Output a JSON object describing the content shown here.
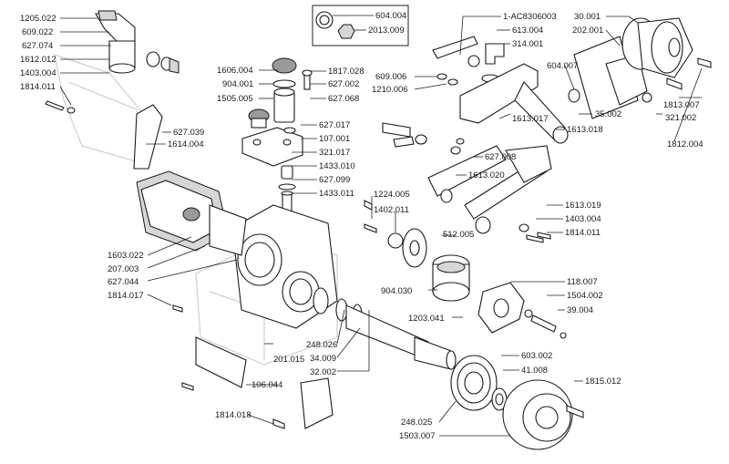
{
  "inset_labels": [
    "604.004",
    "2013.009"
  ],
  "labels": [
    {
      "id": "l1",
      "text": "1205.022"
    },
    {
      "id": "l2",
      "text": "609.022"
    },
    {
      "id": "l3",
      "text": "627.074"
    },
    {
      "id": "l4",
      "text": "1612.012"
    },
    {
      "id": "l5",
      "text": "1403.004"
    },
    {
      "id": "l6",
      "text": "1814.011"
    },
    {
      "id": "l7",
      "text": "627.039"
    },
    {
      "id": "l8",
      "text": "1614.004"
    },
    {
      "id": "l9",
      "text": "1606.004"
    },
    {
      "id": "l10",
      "text": "904.001"
    },
    {
      "id": "l11",
      "text": "1505.005"
    },
    {
      "id": "l12",
      "text": "1817.028"
    },
    {
      "id": "l13",
      "text": "627.002"
    },
    {
      "id": "l14",
      "text": "627.068"
    },
    {
      "id": "l15",
      "text": "627.017"
    },
    {
      "id": "l16",
      "text": "107.001"
    },
    {
      "id": "l17",
      "text": "321.017"
    },
    {
      "id": "l18",
      "text": "1433.010"
    },
    {
      "id": "l19",
      "text": "627.099"
    },
    {
      "id": "l20",
      "text": "1433.011"
    },
    {
      "id": "l21",
      "text": "1-AC8306003"
    },
    {
      "id": "l22",
      "text": "613.004"
    },
    {
      "id": "l23",
      "text": "314.001"
    },
    {
      "id": "l24",
      "text": "609.006"
    },
    {
      "id": "l25",
      "text": "1210.006"
    },
    {
      "id": "l26",
      "text": "30.001"
    },
    {
      "id": "l27",
      "text": "202.001"
    },
    {
      "id": "l28",
      "text": "604.007"
    },
    {
      "id": "l29",
      "text": "1813.007"
    },
    {
      "id": "l30",
      "text": "321.002"
    },
    {
      "id": "l31",
      "text": "35.002"
    },
    {
      "id": "l32",
      "text": "1613.017"
    },
    {
      "id": "l33",
      "text": "1613.018"
    },
    {
      "id": "l34",
      "text": "1812.004"
    },
    {
      "id": "l35",
      "text": "627.008"
    },
    {
      "id": "l36",
      "text": "1613.020"
    },
    {
      "id": "l37",
      "text": "1613.019"
    },
    {
      "id": "l38",
      "text": "1403.004"
    },
    {
      "id": "l39",
      "text": "1814.011"
    },
    {
      "id": "l40",
      "text": "1224.005"
    },
    {
      "id": "l41",
      "text": "1402.011"
    },
    {
      "id": "l42",
      "text": "512.005"
    },
    {
      "id": "l43",
      "text": "904.030"
    },
    {
      "id": "l44",
      "text": "1203.041"
    },
    {
      "id": "l45",
      "text": "118.007"
    },
    {
      "id": "l46",
      "text": "1504.002"
    },
    {
      "id": "l47",
      "text": "39.004"
    },
    {
      "id": "l48",
      "text": "1603.022"
    },
    {
      "id": "l49",
      "text": "207.003"
    },
    {
      "id": "l50",
      "text": "627.044"
    },
    {
      "id": "l51",
      "text": "1814.017"
    },
    {
      "id": "l52",
      "text": "201.015"
    },
    {
      "id": "l53",
      "text": "248.026"
    },
    {
      "id": "l54",
      "text": "34.009"
    },
    {
      "id": "l55",
      "text": "32.002"
    },
    {
      "id": "l56",
      "text": "603.002"
    },
    {
      "id": "l57",
      "text": "41.008"
    },
    {
      "id": "l58",
      "text": "1815.012"
    },
    {
      "id": "l59",
      "text": "106.044"
    },
    {
      "id": "l60",
      "text": "1814.018"
    },
    {
      "id": "l61",
      "text": "248.025"
    },
    {
      "id": "l62",
      "text": "1503.007"
    }
  ]
}
